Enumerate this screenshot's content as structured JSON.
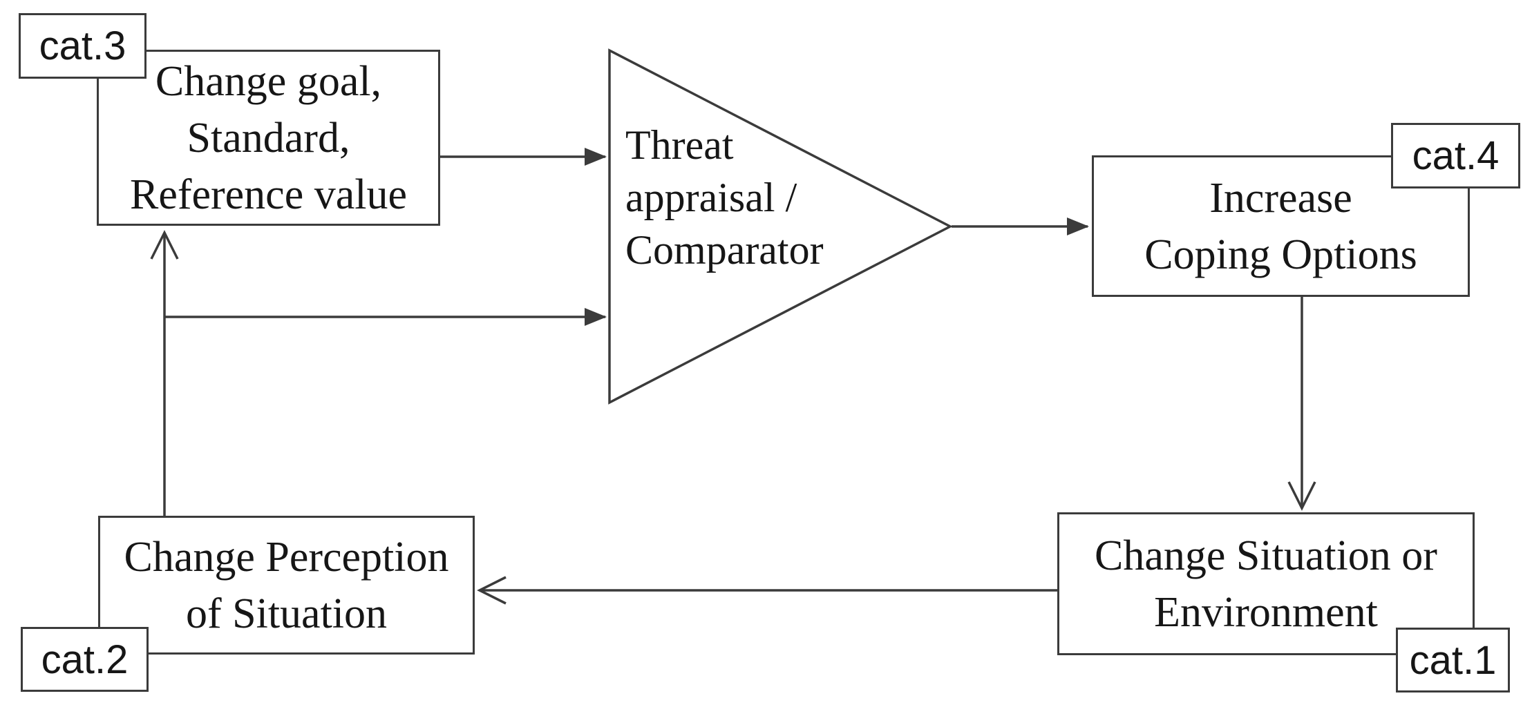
{
  "diagram": {
    "nodes": {
      "change_goal": {
        "lines": [
          "Change goal,",
          "Standard,",
          "Reference value"
        ],
        "tag": "cat.3"
      },
      "threat_comparator": {
        "lines": [
          "Threat",
          "appraisal /",
          "Comparator"
        ],
        "shape": "triangle"
      },
      "increase_coping": {
        "lines": [
          "Increase",
          "Coping Options"
        ],
        "tag": "cat.4"
      },
      "change_situation": {
        "lines": [
          "Change Situation or",
          "Environment"
        ],
        "tag": "cat.1"
      },
      "change_perception": {
        "lines": [
          "Change Perception",
          "of Situation"
        ],
        "tag": "cat.2"
      }
    },
    "edges": [
      {
        "from": "change_goal",
        "to": "threat_comparator",
        "arrowhead": "filled"
      },
      {
        "from": "change_perception",
        "to": "threat_comparator",
        "arrowhead": "filled"
      },
      {
        "from": "threat_comparator",
        "to": "increase_coping",
        "arrowhead": "filled"
      },
      {
        "from": "increase_coping",
        "to": "change_situation",
        "arrowhead": "open"
      },
      {
        "from": "change_situation",
        "to": "change_perception",
        "arrowhead": "open"
      },
      {
        "from": "change_perception",
        "to": "change_goal",
        "arrowhead": "open"
      }
    ],
    "colors": {
      "background": "#ffffff",
      "line": "#3b3b3b",
      "text": "#161616"
    }
  }
}
